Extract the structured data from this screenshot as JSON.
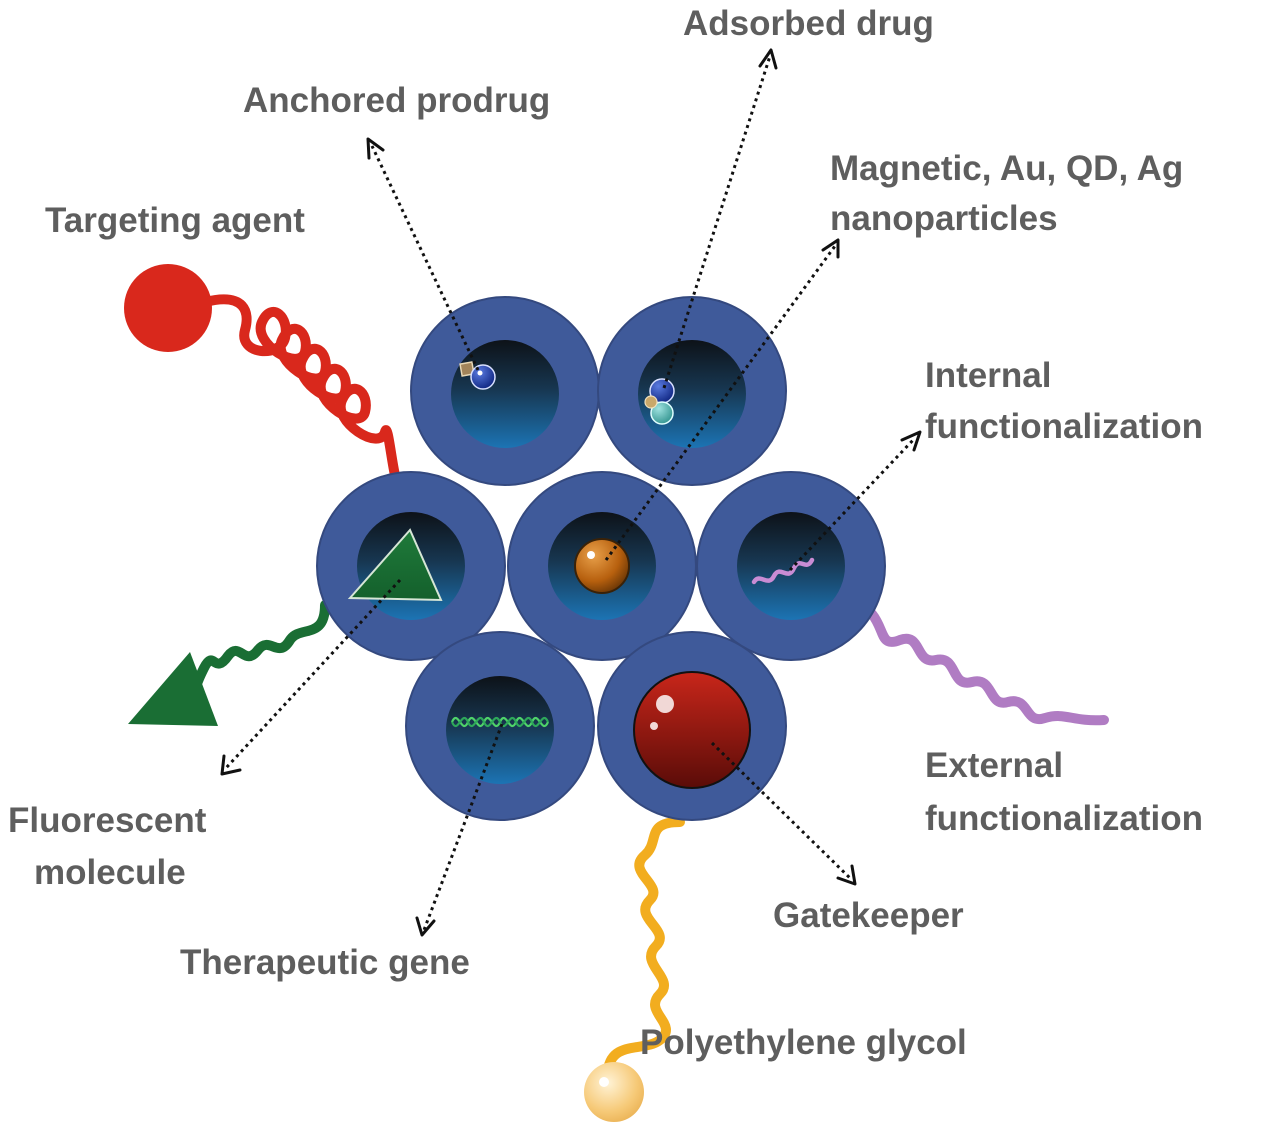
{
  "labels": {
    "adsorbed_drug": "Adsorbed drug",
    "anchored_prodrug": "Anchored prodrug",
    "nanoparticles_line1": "Magnetic, Au, QD, Ag",
    "nanoparticles_line2": "nanoparticles",
    "targeting_agent": "Targeting agent",
    "internal_line1": "Internal",
    "internal_line2": "functionalization",
    "fluorescent_line1": "Fluorescent",
    "fluorescent_line2": "molecule",
    "external_line1": "External",
    "external_line2": "functionalization",
    "gatekeeper": "Gatekeeper",
    "therapeutic_gene": "Therapeutic gene",
    "polyethylene_glycol": "Polyethylene glycol"
  },
  "colors": {
    "pore_shell": "#3f5a9a",
    "targeting_agent": "#d9281c",
    "fluorescent_molecule": "#1a6e34",
    "external_functionalization": "#b07cc3",
    "polyethylene_glycol": "#f2ad1f",
    "gatekeeper": "#9a1a12",
    "nanoparticle": "#c66a10",
    "label_text": "#5e5e5e"
  }
}
